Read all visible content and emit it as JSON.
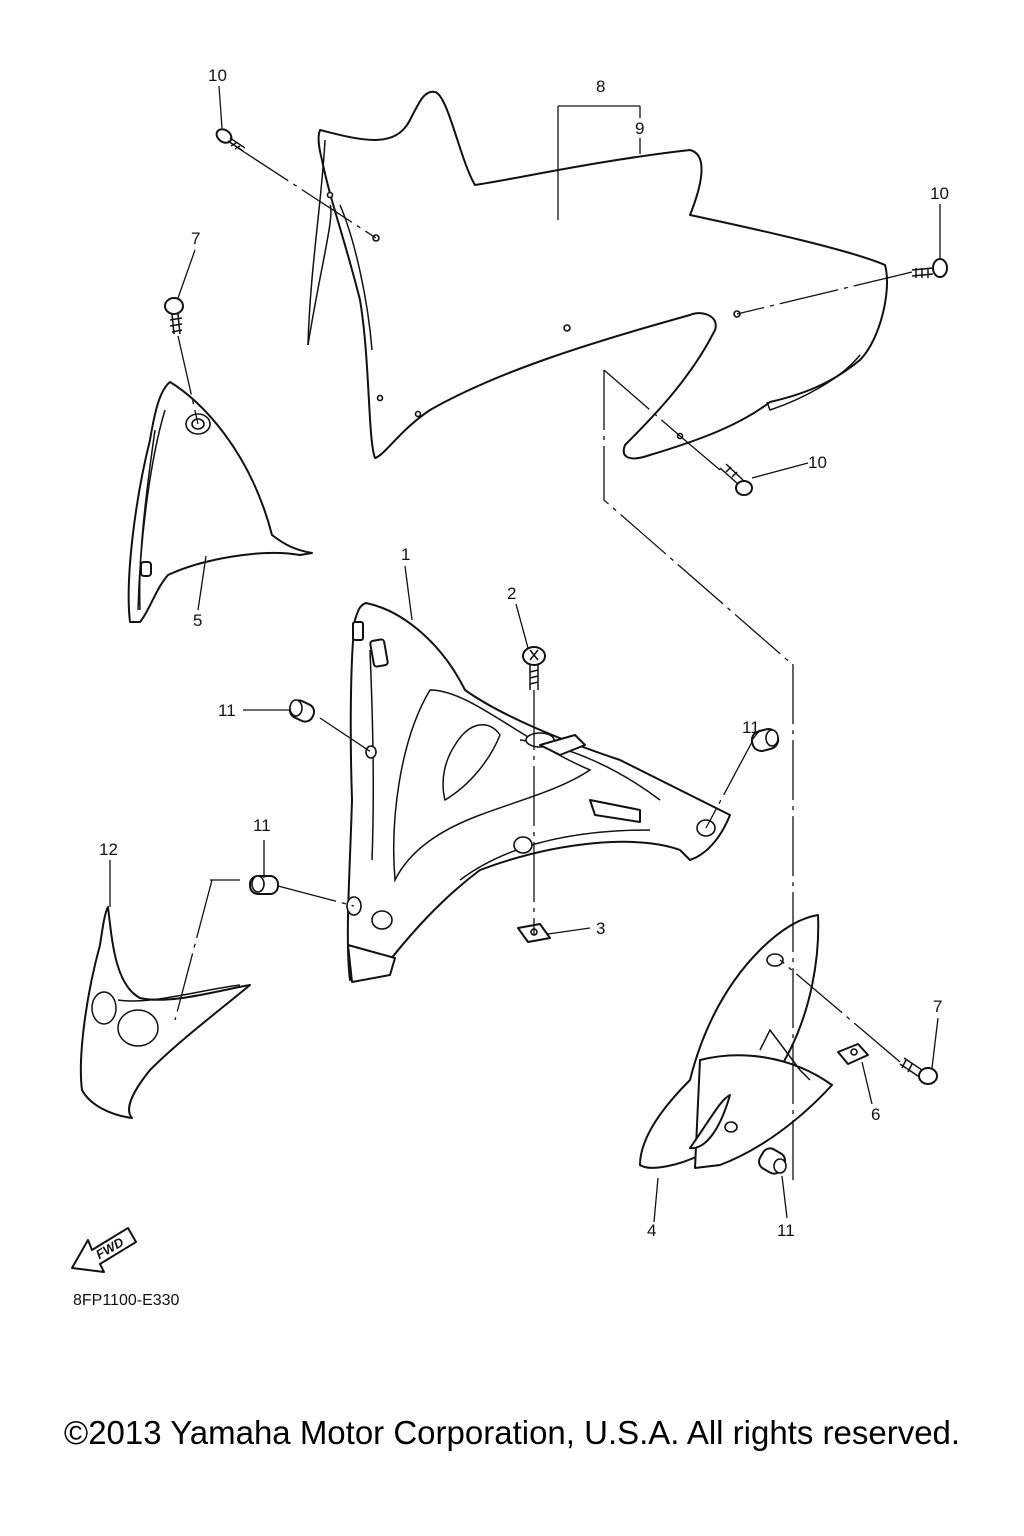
{
  "callouts": {
    "c1": "1",
    "c2": "2",
    "c3": "3",
    "c4": "4",
    "c5": "5",
    "c6": "6",
    "c7a": "7",
    "c7b": "7",
    "c8": "8",
    "c9": "9",
    "c10a": "10",
    "c10b": "10",
    "c10c": "10",
    "c11a": "11",
    "c11b": "11",
    "c11c": "11",
    "c11d": "11",
    "c12": "12"
  },
  "fwd_label": "FWD",
  "diagram_code": "8FP1100-E330",
  "copyright": "©2013 Yamaha Motor Corporation, U.S.A. All rights reserved.",
  "colors": {
    "line": "#111111",
    "background": "#ffffff"
  }
}
